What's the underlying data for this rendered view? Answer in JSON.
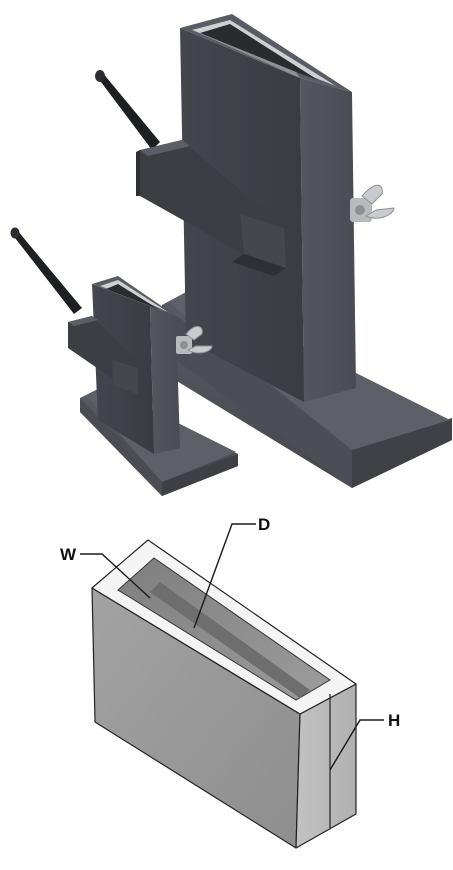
{
  "diagram": {
    "labels": {
      "width": "W",
      "depth": "D",
      "height": "H"
    },
    "colors": {
      "background": "#ffffff",
      "metal_dark": "#3b3d43",
      "metal_mid": "#4a4c53",
      "metal_light": "#5c5e66",
      "handle": "#1e1f22",
      "diagram_front": "#9a9a9a",
      "diagram_side": "#b9b9b9",
      "diagram_rim": "#f4f4f4",
      "diagram_inner": "#8f8f8f"
    }
  }
}
